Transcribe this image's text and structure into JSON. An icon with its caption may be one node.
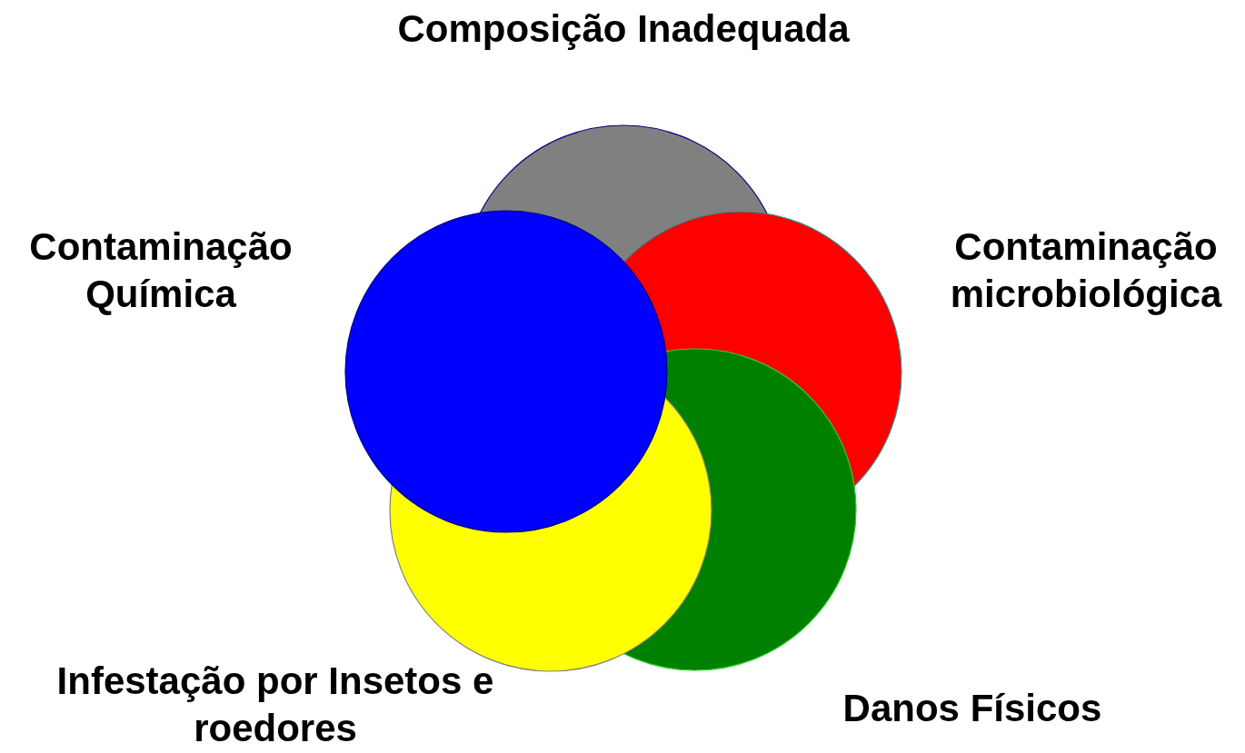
{
  "diagram": {
    "nodes": [
      {
        "text": [],
        "shape": "circle",
        "beside": [
          "Composição Inadequada"
        ]
      },
      {
        "text": [],
        "shape": "circle",
        "beside": [
          "Contaminação microbiológica"
        ]
      },
      {
        "text": [],
        "shape": "circle",
        "beside": [
          "Danos Físicos"
        ]
      },
      {
        "text": [],
        "shape": "circle",
        "beside": [
          "Infestação por Insetos e roedores"
        ]
      },
      {
        "text": [],
        "shape": "circle",
        "beside": [
          "Contaminação Química"
        ]
      }
    ]
  }
}
